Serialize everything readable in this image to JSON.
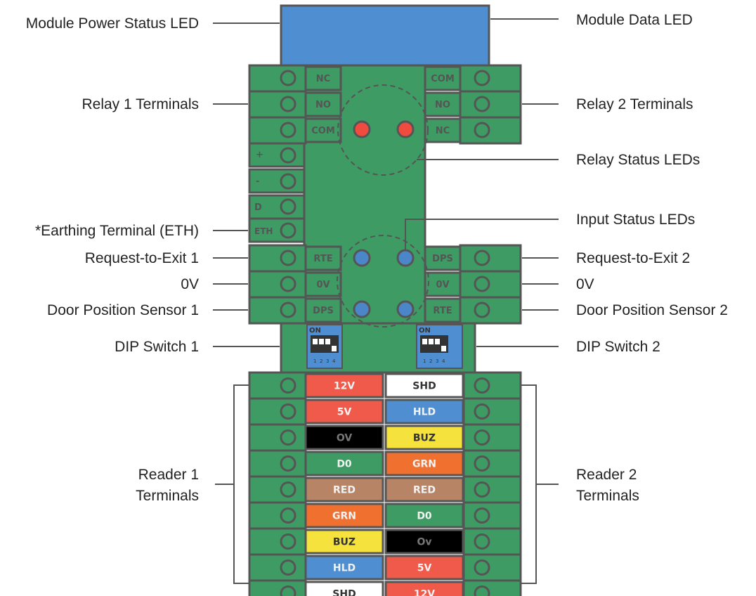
{
  "callouts_left": {
    "module_power_led": "Module Power Status LED",
    "relay1_terminals": "Relay 1 Terminals",
    "earthing_terminal": "*Earthing Terminal (ETH)",
    "request_to_exit_1": "Request-to-Exit 1",
    "zero_v": "0V",
    "door_position_sensor_1": "Door Position Sensor 1",
    "dip_switch_1": "DIP Switch 1",
    "reader1_terminals_line1": "Reader 1",
    "reader1_terminals_line2": "Terminals"
  },
  "callouts_right": {
    "module_data_led": "Module Data LED",
    "relay2_terminals": "Relay 2 Terminals",
    "relay_status_leds": "Relay Status LEDs",
    "input_status_leds": "Input Status LEDs",
    "request_to_exit_2": "Request-to-Exit 2",
    "zero_v": "0V",
    "door_position_sensor_2": "Door Position Sensor 2",
    "dip_switch_2": "DIP Switch 2",
    "reader2_terminals_line1": "Reader 2",
    "reader2_terminals_line2": "Terminals"
  },
  "relay1_labels": [
    "NC",
    "NO",
    "COM"
  ],
  "relay2_labels": [
    "COM",
    "NO",
    "NC"
  ],
  "aux_labels": [
    "+",
    "-",
    "D",
    "ETH"
  ],
  "input1_labels": [
    "RTE",
    "0V",
    "DPS"
  ],
  "input2_labels": [
    "DPS",
    "0V",
    "RTE"
  ],
  "dip_switch": {
    "on_label": "ON",
    "numbers": [
      "1",
      "2",
      "3",
      "4"
    ]
  },
  "reader1_labels": [
    "12V",
    "5V",
    "OV",
    "D0",
    "RED",
    "GRN",
    "BUZ",
    "HLD",
    "SHD"
  ],
  "reader2_labels": [
    "SHD",
    "HLD",
    "BUZ",
    "GRN",
    "RED",
    "D0",
    "Ov",
    "5V",
    "12V"
  ],
  "colors": {
    "board_green": "#3d9b63",
    "terminal_green": "#3d9b63",
    "outline": "#555555",
    "module_blue": "#4f8fd1",
    "relay_led_red": "#ef4b3f",
    "input_led_blue": "#4a86c8",
    "dip_blue": "#4f8fd1",
    "label_text": "#444444",
    "wire_12v": "#ef5a4b",
    "wire_5v": "#ef5a4b",
    "wire_0v": "#000000",
    "wire_d0": "#3d9b63",
    "wire_red": "#b88466",
    "wire_grn": "#f07030",
    "wire_buz": "#f5e23c",
    "wire_hld": "#4f8fd1",
    "wire_shd": "#ffffff"
  }
}
